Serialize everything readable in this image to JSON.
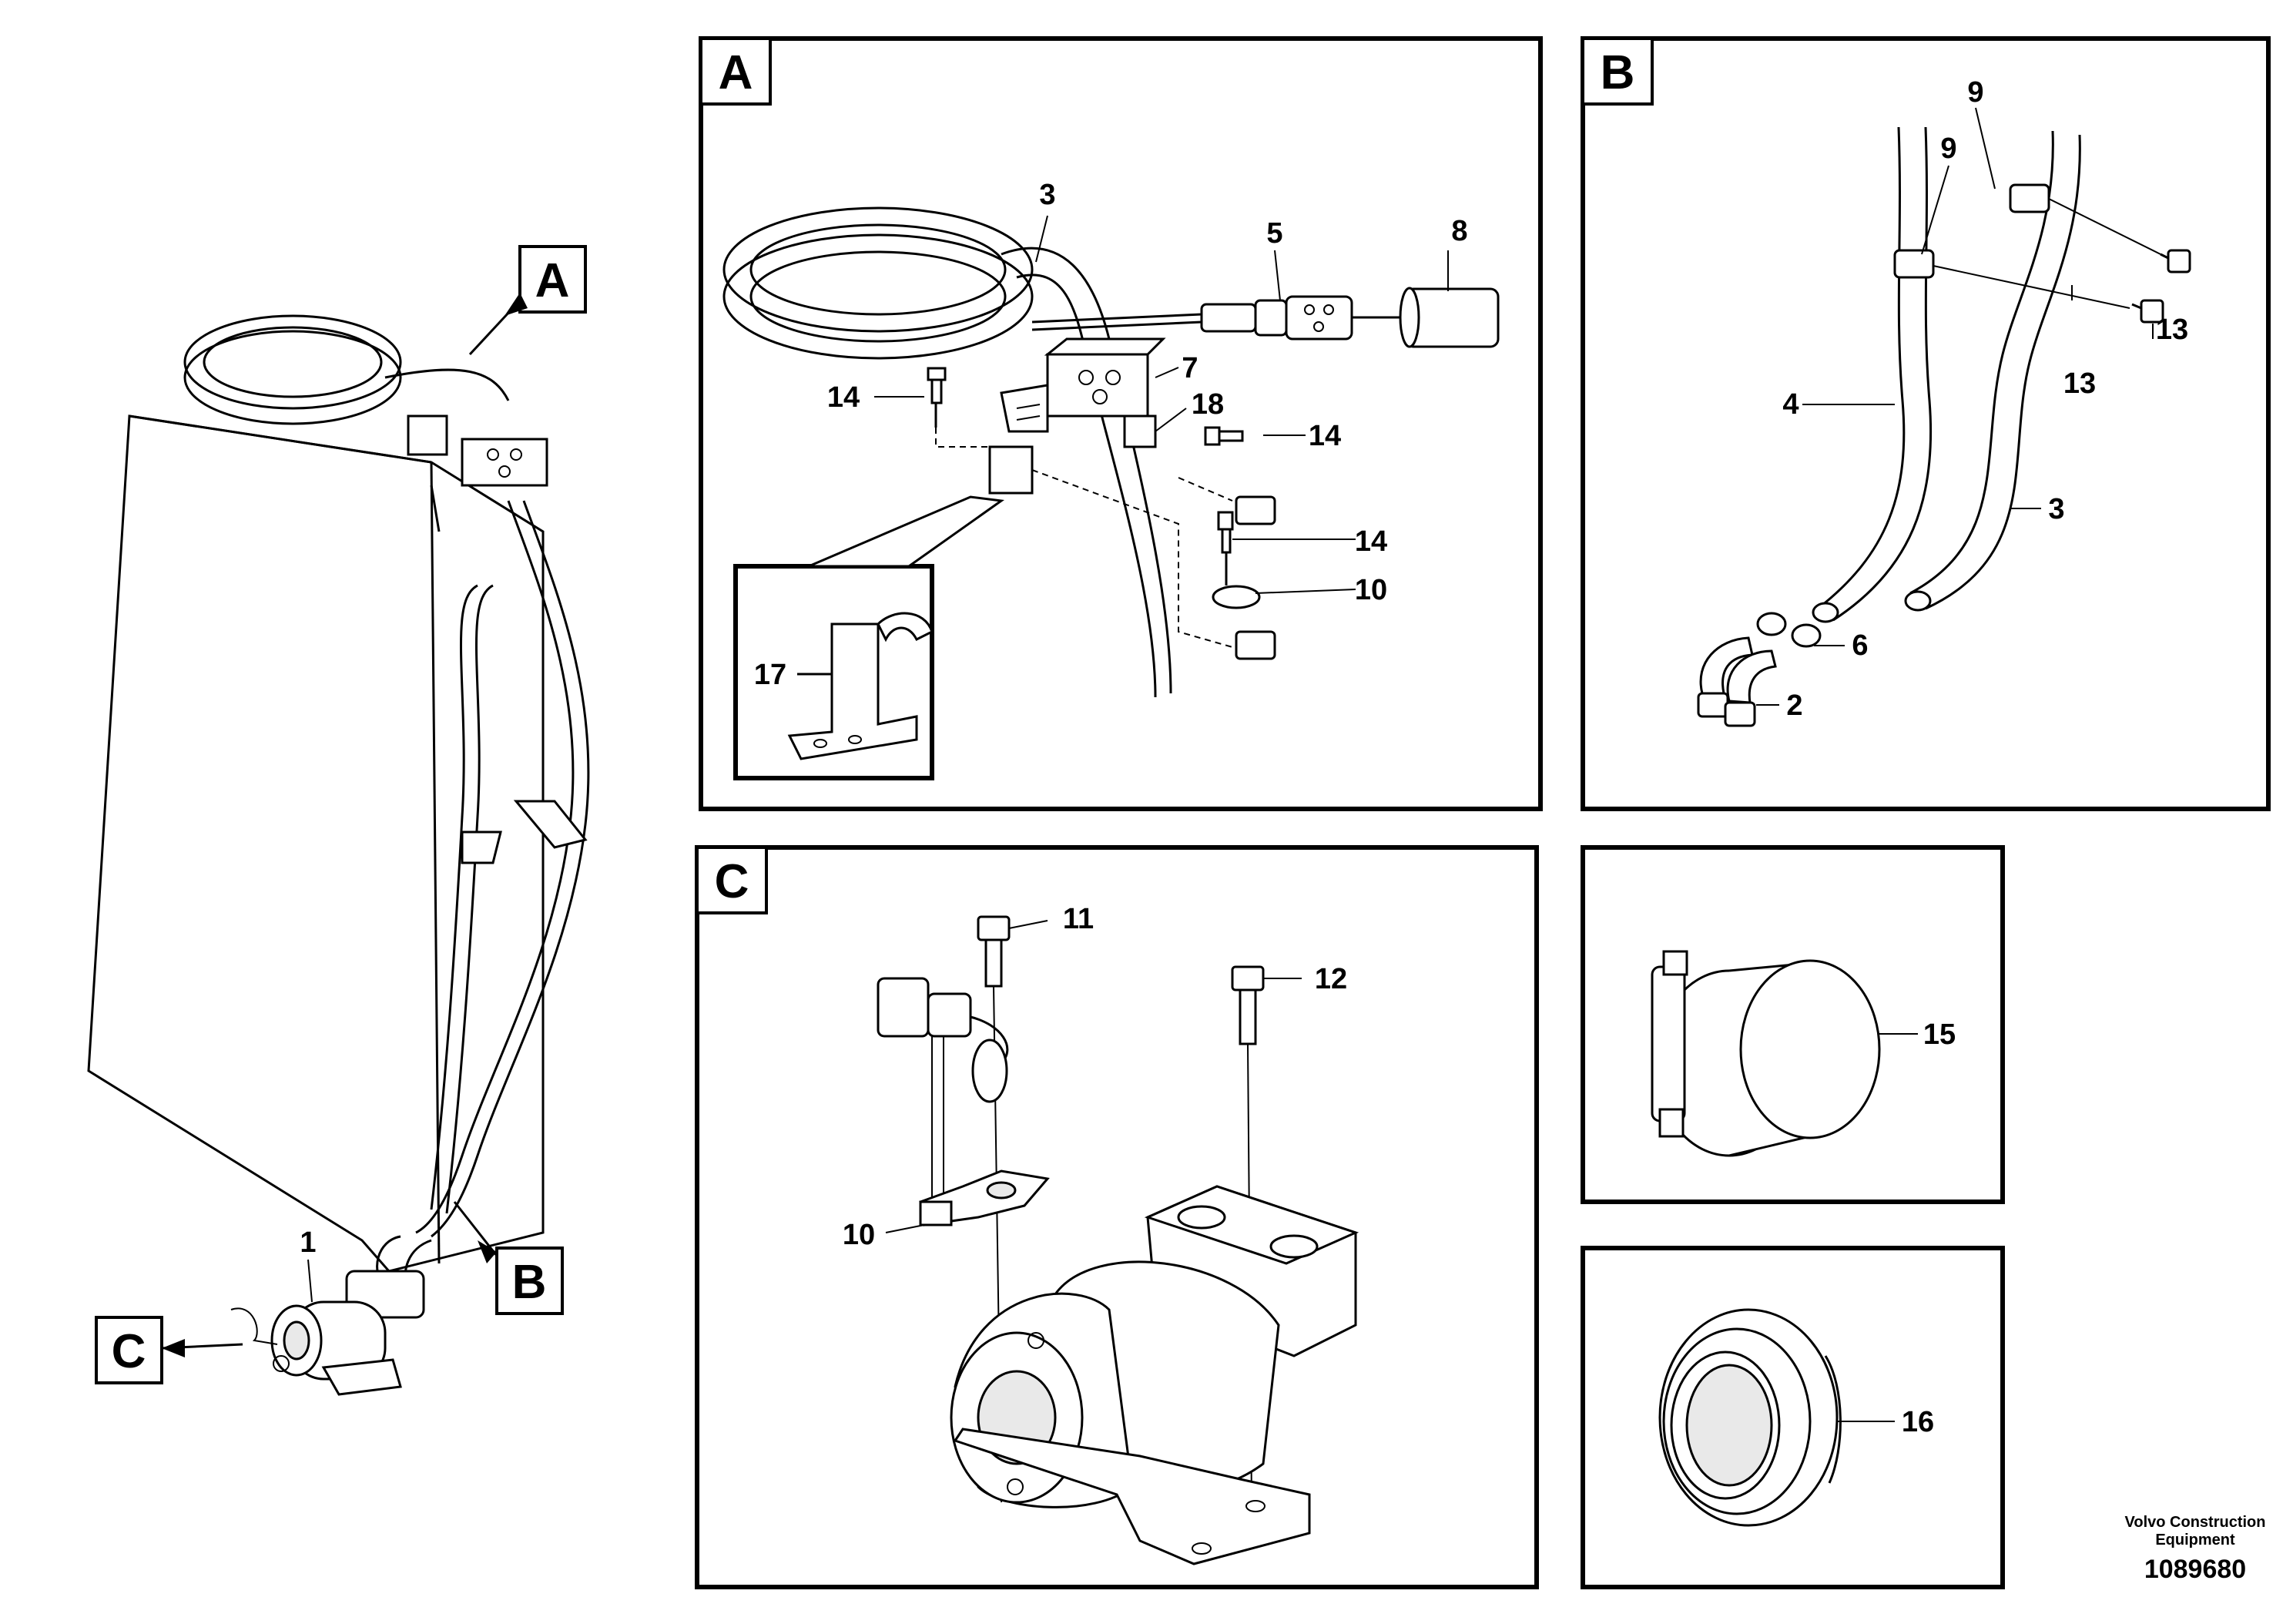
{
  "views": {
    "A": {
      "letter": "A"
    },
    "B": {
      "letter": "B"
    },
    "C": {
      "letter": "C"
    }
  },
  "overview": {
    "callout_a": "A",
    "callout_b": "B",
    "callout_c": "C",
    "label_1": "1"
  },
  "panel_a": {
    "labels": [
      "3",
      "5",
      "8",
      "7",
      "18",
      "14",
      "14",
      "14",
      "10",
      "17"
    ]
  },
  "panel_b": {
    "labels": [
      "9",
      "9",
      "13",
      "13",
      "4",
      "3",
      "6",
      "2"
    ]
  },
  "panel_c": {
    "labels": [
      "11",
      "12",
      "10"
    ]
  },
  "panel_15": {
    "label": "15"
  },
  "panel_16": {
    "label": "16"
  },
  "footer": {
    "company_line1": "Volvo Construction",
    "company_line2": "Equipment",
    "doc_number": "1089680"
  }
}
